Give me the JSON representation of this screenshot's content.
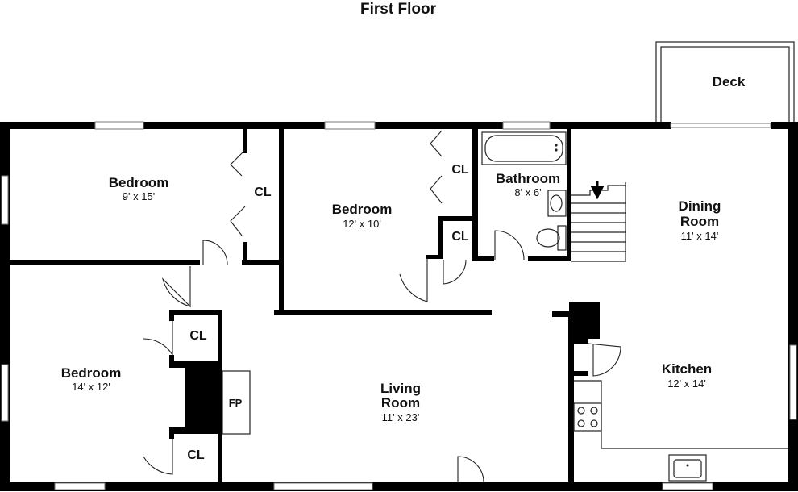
{
  "title": "First Floor",
  "rooms": {
    "bedroom1": {
      "name": "Bedroom",
      "size": "9' x 15'"
    },
    "bedroom2": {
      "name": "Bedroom",
      "size": "12' x 10'"
    },
    "bedroom3": {
      "name": "Bedroom",
      "size": "14' x 12'"
    },
    "bathroom": {
      "name": "Bathroom",
      "size": "8' x 6'"
    },
    "dining": {
      "name1": "Dining",
      "name2": "Room",
      "size": "11' x 14'"
    },
    "living": {
      "name1": "Living",
      "name2": "Room",
      "size": "11' x 23'"
    },
    "kitchen": {
      "name": "Kitchen",
      "size": "12' x 14'"
    },
    "deck": {
      "name": "Deck"
    }
  },
  "labels": {
    "closet": "CL",
    "fireplace": "FP"
  },
  "icons": {
    "stair_direction": "arrow-down-icon"
  }
}
